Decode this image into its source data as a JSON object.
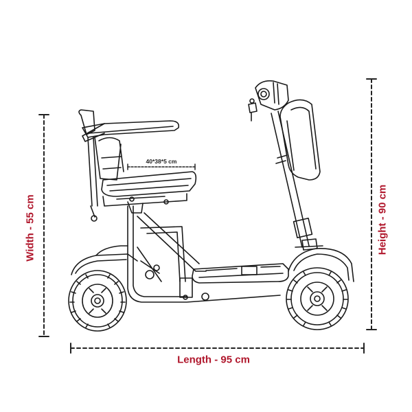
{
  "dimensions": {
    "width_label": "Width - 55 cm",
    "height_label": "Height - 90 cm",
    "length_label": "Length - 95 cm",
    "seat_label": "40*38*5 cm"
  },
  "colors": {
    "dimension_text": "#b0172c",
    "dimension_line": "#222222",
    "drawing_stroke": "#1a1a1a",
    "background": "#ffffff"
  }
}
